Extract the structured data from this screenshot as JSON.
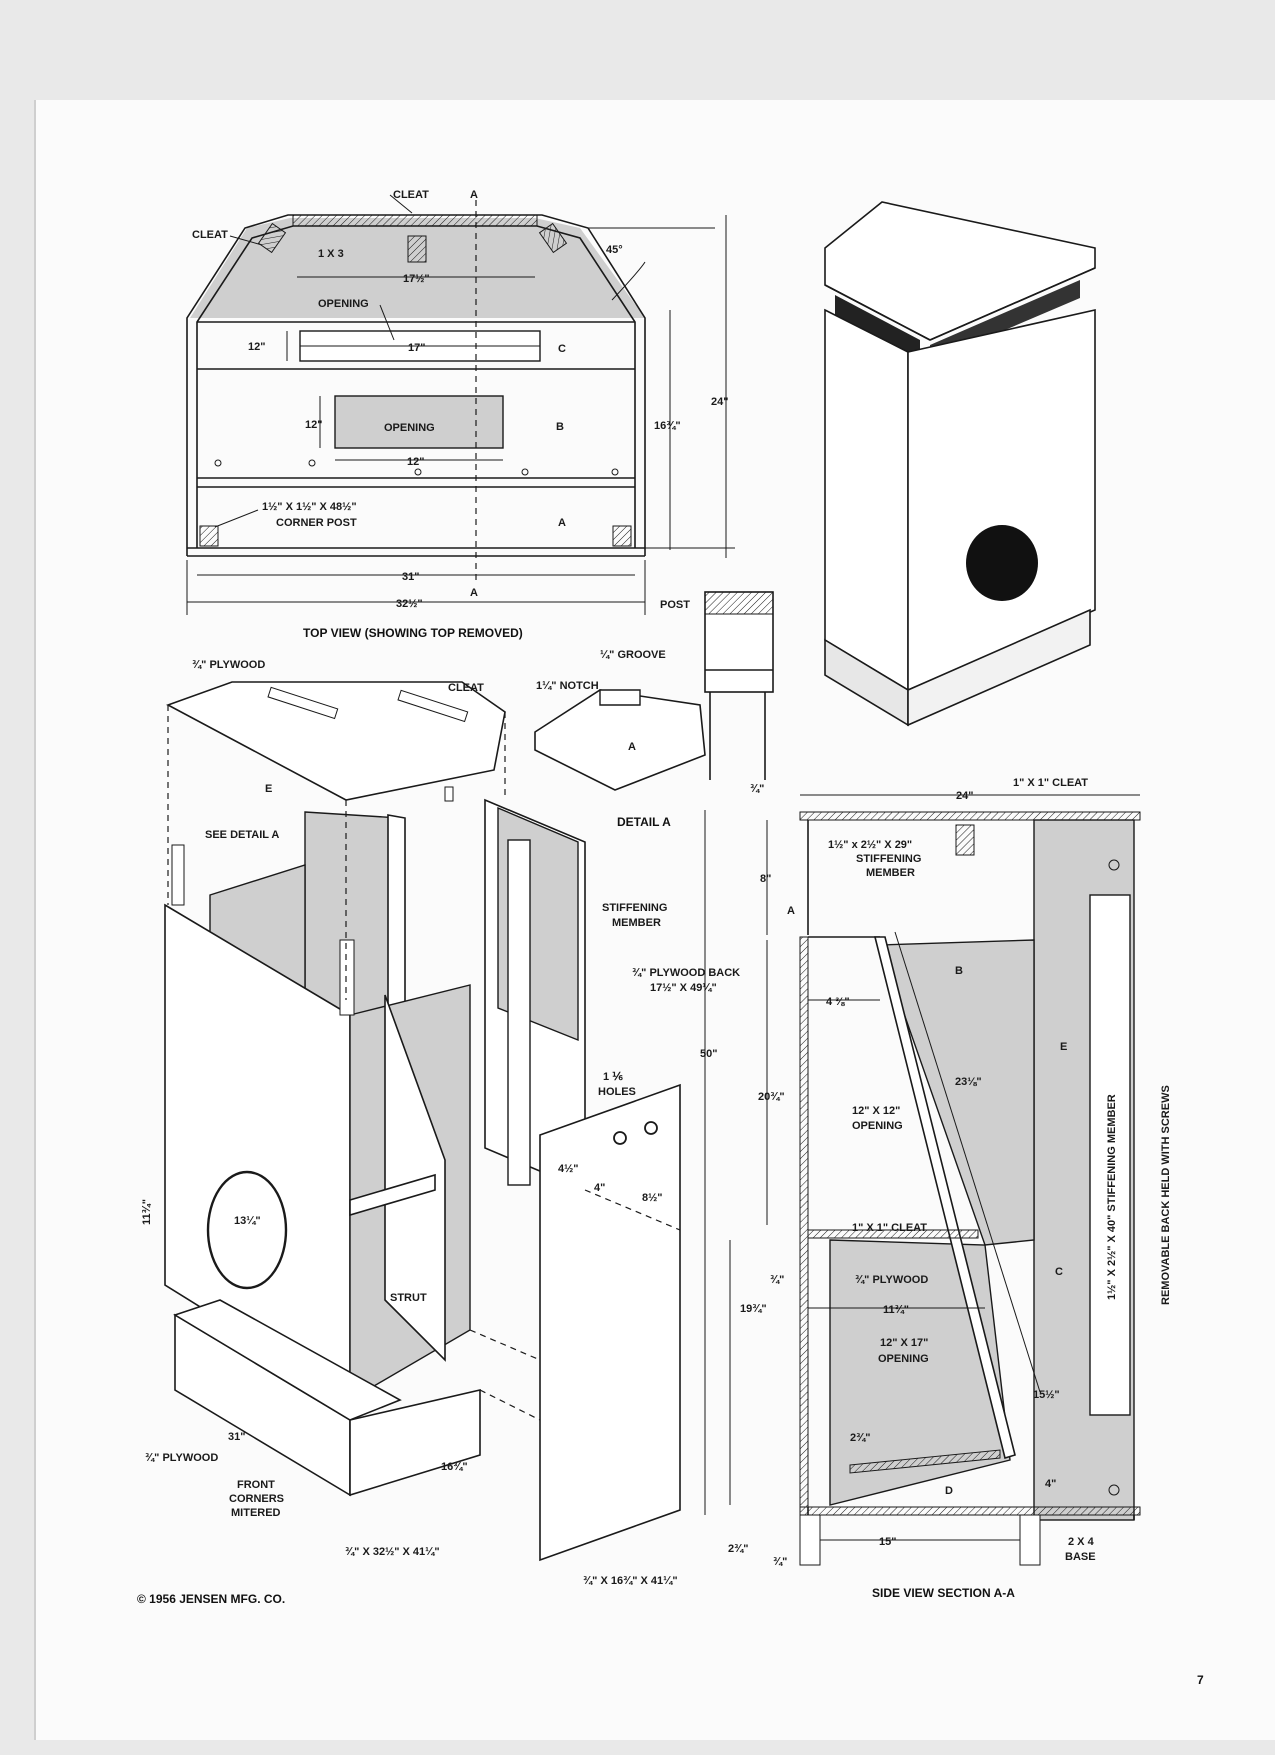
{
  "top_view": {
    "caption": "TOP VIEW (SHOWING TOP REMOVED)",
    "labels": {
      "cleat_top": "CLEAT",
      "cleat_left": "CLEAT",
      "section_a_top": "A",
      "section_a_bottom": "A",
      "one_by_three": "1 X 3",
      "angle": "45°",
      "dim_17_5": "17½\"",
      "opening1": "OPENING",
      "dim_12a": "12\"",
      "dim_17": "17\"",
      "panel_c": "C",
      "dim_12b": "12\"",
      "opening2": "OPENING",
      "panel_b": "B",
      "dim_12c": "12\"",
      "dim_16_75": "16¾\"",
      "dim_24": "24\"",
      "corner_post": "1½\" X 1½\" X 48½\"",
      "corner_post2": "CORNER POST",
      "panel_a": "A",
      "dim_31": "31\"",
      "dim_32_5": "32½\""
    }
  },
  "exploded_view": {
    "labels": {
      "plywood_top": "¾\" PLYWOOD",
      "cleat": "CLEAT",
      "e_label": "E",
      "see_detail": "SEE DETAIL A",
      "stiffening": "STIFFENING",
      "member": "MEMBER",
      "ply_back": "¾\" PLYWOOD BACK",
      "ply_back_dim": "17½\" X 49¼\"",
      "holes1": "1 ⅙",
      "holes2": "HOLES",
      "dim_4_5": "4½\"",
      "dim_4": "4\"",
      "dim_8_5": "8½\"",
      "dim_11_75": "11¾\"",
      "dim_13_25": "13¼\"",
      "strut": "STRUT",
      "dim_31": "31\"",
      "ply_front": "¾\" PLYWOOD",
      "front1": "FRONT",
      "front2": "CORNERS",
      "front3": "MITERED",
      "dim_16_75": "16¾\"",
      "side_panel": "¾\" X 32½\" X 41¼\"",
      "back_panel": "¾\" X 16¾\" X 41¼\""
    }
  },
  "detail_a": {
    "caption": "DETAIL A",
    "labels": {
      "post": "POST",
      "groove": "¼\" GROOVE",
      "notch": "1¼\" NOTCH",
      "a": "A"
    }
  },
  "side_view": {
    "caption": "SIDE VIEW   SECTION A-A",
    "labels": {
      "dim_three_quarter_top": "¾\"",
      "dim_24": "24\"",
      "cleat_1x1": "1\" X 1\" CLEAT",
      "stiff1": "1½\" x 2½\" X 29\"",
      "stiff2": "STIFFENING",
      "stiff3": "MEMBER",
      "dim_8": "8\"",
      "a": "A",
      "b": "B",
      "dim_4_375": "4 ⅜\"",
      "dim_50": "50\"",
      "e": "E",
      "dim_23": "23⅛\"",
      "open12x12_1": "12\" X 12\"",
      "open12x12_2": "OPENING",
      "dim_20_75": "20¾\"",
      "cleat_1x1b": "1\" X 1\" CLEAT",
      "dim_three_quarter_mid": "¾\"",
      "ply": "¾\" PLYWOOD",
      "c": "C",
      "dim_11_75": "11¾\"",
      "dim_19_75": "19¾\"",
      "open12x17_1": "12\" X 17\"",
      "open12x17_2": "OPENING",
      "dim_15_5": "15½\"",
      "dim_2_75a": "2¾\"",
      "d": "D",
      "dim_4": "4\"",
      "dim_2_75b": "2¾\"",
      "dim_three_quarter_bot": "¾\"",
      "dim_15": "15\"",
      "base1": "2 X 4",
      "base2": "BASE",
      "stiff_member_vert": "1½\" X 2½\" X 40\" STIFFENING MEMBER",
      "removable": "REMOVABLE BACK HELD WITH SCREWS"
    }
  },
  "footer": {
    "copyright": "© 1956 JENSEN MFG. CO.",
    "page_number": "7"
  }
}
